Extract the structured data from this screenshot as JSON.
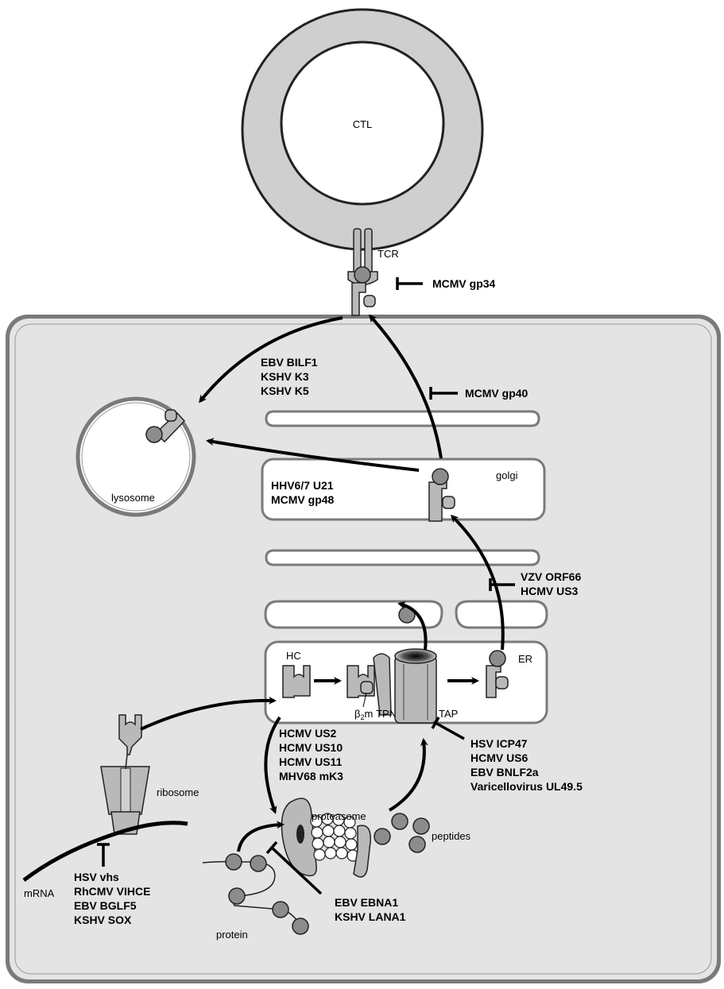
{
  "labels": {
    "ctl": "CTL",
    "tcr": "TCR",
    "lysosome": "lysosome",
    "golgi": "golgi",
    "er": "ER",
    "hc": "HC",
    "b2m": "β",
    "b2m_sub": "2",
    "b2m_tail": "m",
    "tpn": "TPN",
    "tap": "TAP",
    "ribosome": "ribosome",
    "proteasome": "proteasome",
    "peptides": "peptides",
    "mrna": "mRNA",
    "protein": "protein"
  },
  "inhibitors": {
    "tcr_block": [
      "MCMV gp34"
    ],
    "surface_transport": [
      "MCMV gp40"
    ],
    "er_to_golgi": [
      "VZV ORF66",
      "HCMV US3"
    ],
    "internalization": [
      "EBV BILF1",
      "KSHV K3",
      "KSHV K5"
    ],
    "golgi_to_lysosome": [
      "HHV6/7 U21",
      "MCMV gp48"
    ],
    "er_degradation": [
      "HCMV US2",
      "HCMV US10",
      "HCMV US11",
      "MHV68 mK3"
    ],
    "tap_block": [
      "HSV ICP47",
      "HCMV US6",
      "EBV BNLF2a",
      "Varicellovirus UL49.5"
    ],
    "proteasome_block": [
      "EBV EBNA1",
      "KSHV LANA1"
    ],
    "mrna_block": [
      "HSV vhs",
      "RhCMV VIHCE",
      "EBV BGLF5",
      "KSHV SOX"
    ]
  },
  "colors": {
    "cell_fill": "#e4e4e4",
    "membrane": "#7a7a7a",
    "molecule": "#b9b9b9",
    "peptide": "#8c8c8c",
    "ink": "#000000"
  }
}
